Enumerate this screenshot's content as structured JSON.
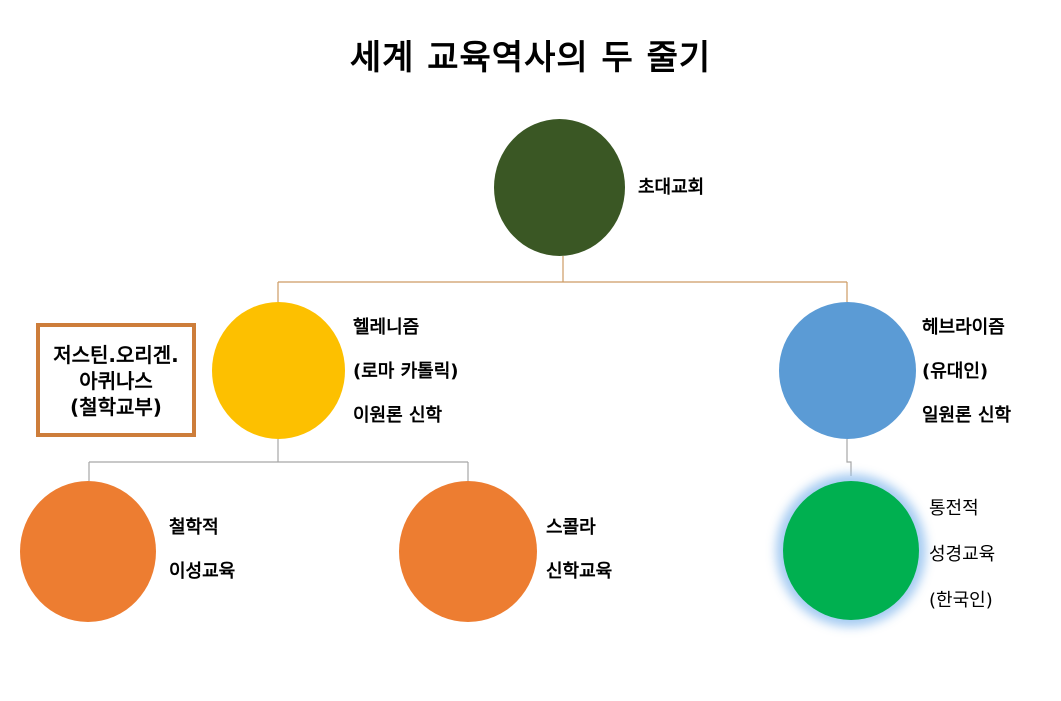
{
  "title": "세계 교육역사의 두 줄기",
  "colors": {
    "root": "#3a5724",
    "hellenism": "#fdc000",
    "hebraism": "#5b9bd5",
    "orange_nodes": "#ed7d31",
    "traditional": "#00b050",
    "connector": "#cd9b63",
    "callout_border": "#cd7d3a"
  },
  "nodes": {
    "root": {
      "lines": [
        "초대교회"
      ]
    },
    "hellenism": {
      "lines": [
        "헬레니즘",
        "(로마 카톨릭)",
        "이원론 신학"
      ]
    },
    "hebraism": {
      "lines": [
        "헤브라이즘",
        "(유대인)",
        "일원론 신학"
      ]
    },
    "philosophical": {
      "lines": [
        "철학적",
        "이성교육"
      ]
    },
    "scholastic": {
      "lines": [
        "스콜라",
        "신학교육"
      ]
    },
    "traditional": {
      "lines": [
        "통전적",
        "성경교육",
        "(한국인)"
      ]
    }
  },
  "callout": {
    "lines": [
      "저스틴.오리겐.",
      "아퀴나스",
      "(철학교부)"
    ]
  }
}
